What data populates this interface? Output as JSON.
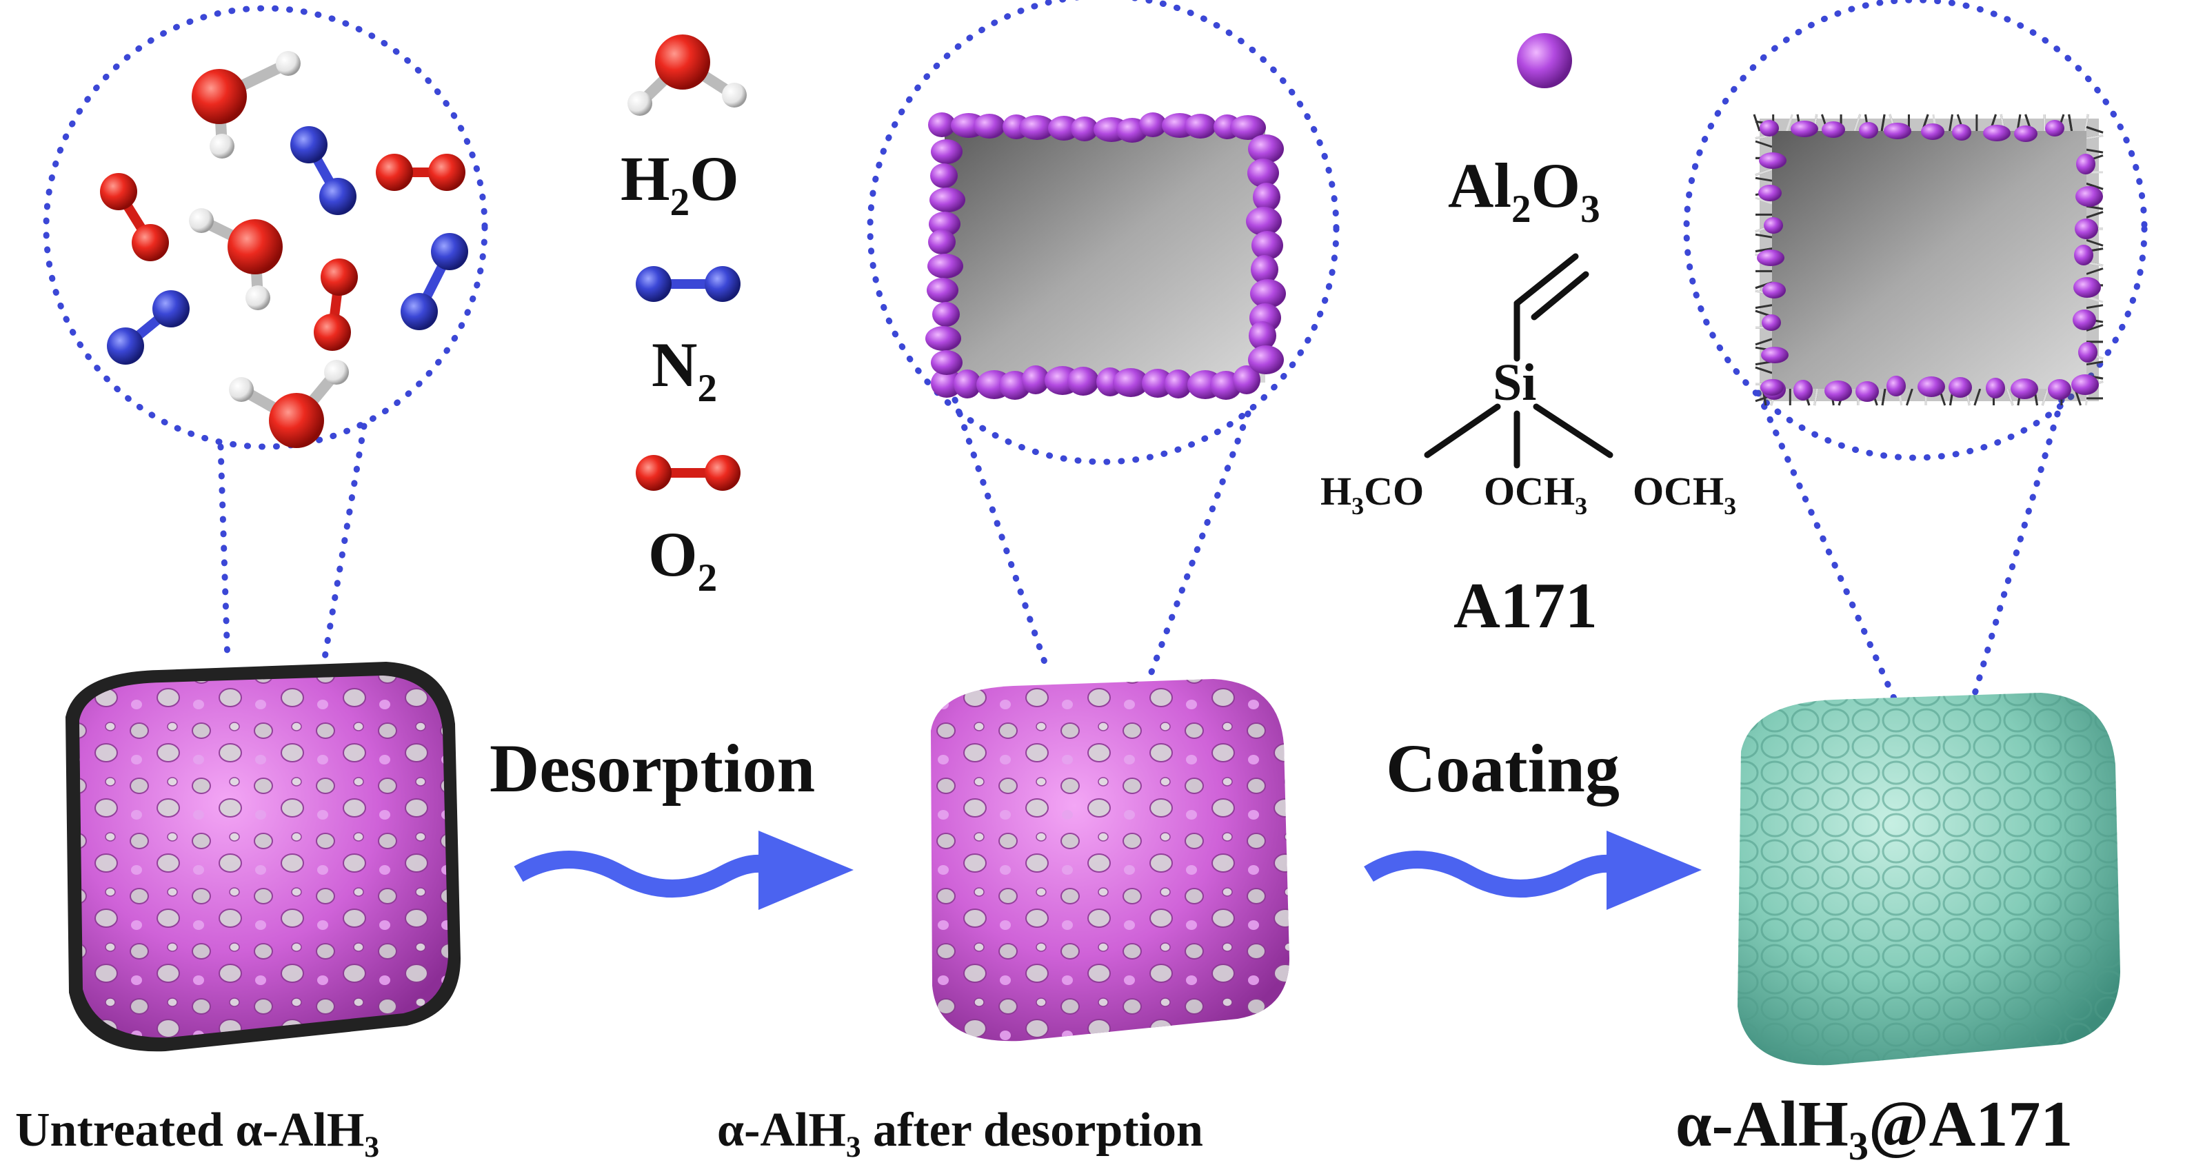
{
  "legend": {
    "h2o": {
      "main": "H",
      "sub": "2",
      "tail": "O"
    },
    "n2": {
      "main": "N",
      "sub": "2"
    },
    "o2": {
      "main": "O",
      "sub": "2"
    },
    "al2o3": {
      "a": "Al",
      "s1": "2",
      "b": "O",
      "s2": "3"
    },
    "a171_name": "A171"
  },
  "a171_structure": {
    "si": "Si",
    "left_group": {
      "a": "H",
      "s": "3",
      "b": "CO"
    },
    "mid_group": {
      "a": "OCH",
      "s": "3"
    },
    "right_group": {
      "a": "OCH",
      "s": "3"
    }
  },
  "steps": {
    "step1": "Desorption",
    "step2": "Coating"
  },
  "captions": {
    "untreated": {
      "a": "Untreated α-AlH",
      "s": "3"
    },
    "after": {
      "a": "α-AlH",
      "s": "3",
      "b": " after desorption"
    },
    "coated": {
      "a": "α-AlH",
      "s": "3",
      "b": "@A171"
    }
  },
  "colors": {
    "oxygen": "#e8261e",
    "nitrogen": "#3b47d6",
    "hydrogen": "#f2f2f2",
    "alumina": "#b24ae0",
    "particle_pink": "#c463d4",
    "coated_teal": "#7fc9b6",
    "dotted": "#3b47d6",
    "arrow": "#4b63f0"
  }
}
